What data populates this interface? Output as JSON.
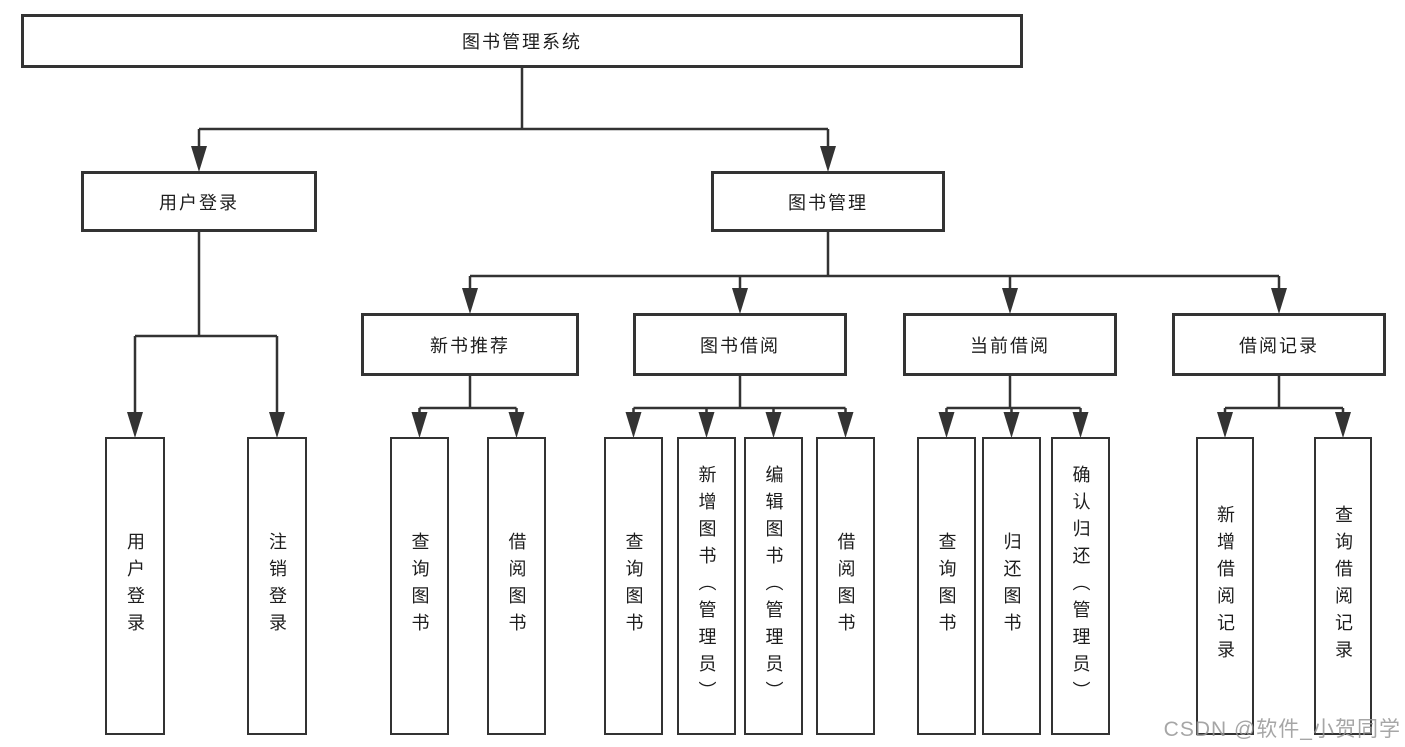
{
  "diagram": {
    "title": "图书管理系统",
    "type": "hierarchy-tree",
    "colors": {
      "line": "#333333",
      "box_border": "#333333",
      "text": "#1d1d1d",
      "background": "#ffffff",
      "watermark": "#969696"
    },
    "nodes": [
      {
        "id": "root",
        "label": "图书管理系统",
        "level": 1,
        "orientation": "horizontal"
      },
      {
        "id": "user-login",
        "label": "用户登录",
        "level": 2,
        "orientation": "horizontal"
      },
      {
        "id": "book-mgmt",
        "label": "图书管理",
        "level": 2,
        "orientation": "horizontal"
      },
      {
        "id": "new-book-rec",
        "label": "新书推荐",
        "level": 3,
        "orientation": "horizontal"
      },
      {
        "id": "book-borrow",
        "label": "图书借阅",
        "level": 3,
        "orientation": "horizontal"
      },
      {
        "id": "current-borrow",
        "label": "当前借阅",
        "level": 3,
        "orientation": "horizontal"
      },
      {
        "id": "borrow-records",
        "label": "借阅记录",
        "level": 3,
        "orientation": "horizontal"
      },
      {
        "id": "leaf-user-login",
        "label": "用户登录",
        "level": 4,
        "orientation": "vertical"
      },
      {
        "id": "leaf-logout",
        "label": "注销登录",
        "level": 4,
        "orientation": "vertical"
      },
      {
        "id": "leaf-query-book-1",
        "label": "查询图书",
        "level": 4,
        "orientation": "vertical"
      },
      {
        "id": "leaf-borrow-book-1",
        "label": "借阅图书",
        "level": 4,
        "orientation": "vertical"
      },
      {
        "id": "leaf-query-book-2",
        "label": "查询图书",
        "level": 4,
        "orientation": "vertical"
      },
      {
        "id": "leaf-add-book",
        "label": "新增图书（管理员）",
        "level": 4,
        "orientation": "vertical"
      },
      {
        "id": "leaf-edit-book",
        "label": "编辑图书（管理员）",
        "level": 4,
        "orientation": "vertical"
      },
      {
        "id": "leaf-borrow-book-2",
        "label": "借阅图书",
        "level": 4,
        "orientation": "vertical"
      },
      {
        "id": "leaf-query-book-3",
        "label": "查询图书",
        "level": 4,
        "orientation": "vertical"
      },
      {
        "id": "leaf-return-book",
        "label": "归还图书",
        "level": 4,
        "orientation": "vertical"
      },
      {
        "id": "leaf-confirm-return",
        "label": "确认归还（管理员）",
        "level": 4,
        "orientation": "vertical"
      },
      {
        "id": "leaf-add-borrow-record",
        "label": "新增借阅记录",
        "level": 4,
        "orientation": "vertical"
      },
      {
        "id": "leaf-query-borrow-record",
        "label": "查询借阅记录",
        "level": 4,
        "orientation": "vertical"
      }
    ],
    "edges": [
      {
        "parent": "root",
        "children": [
          "user-login",
          "book-mgmt"
        ]
      },
      {
        "parent": "user-login",
        "children": [
          "leaf-user-login",
          "leaf-logout"
        ]
      },
      {
        "parent": "book-mgmt",
        "children": [
          "new-book-rec",
          "book-borrow",
          "current-borrow",
          "borrow-records"
        ]
      },
      {
        "parent": "new-book-rec",
        "children": [
          "leaf-query-book-1",
          "leaf-borrow-book-1"
        ]
      },
      {
        "parent": "book-borrow",
        "children": [
          "leaf-query-book-2",
          "leaf-add-book",
          "leaf-edit-book",
          "leaf-borrow-book-2"
        ]
      },
      {
        "parent": "current-borrow",
        "children": [
          "leaf-query-book-3",
          "leaf-return-book",
          "leaf-confirm-return"
        ]
      },
      {
        "parent": "borrow-records",
        "children": [
          "leaf-add-borrow-record",
          "leaf-query-borrow-record"
        ]
      }
    ]
  },
  "watermark": {
    "text": "CSDN @软件_小贺同学"
  }
}
